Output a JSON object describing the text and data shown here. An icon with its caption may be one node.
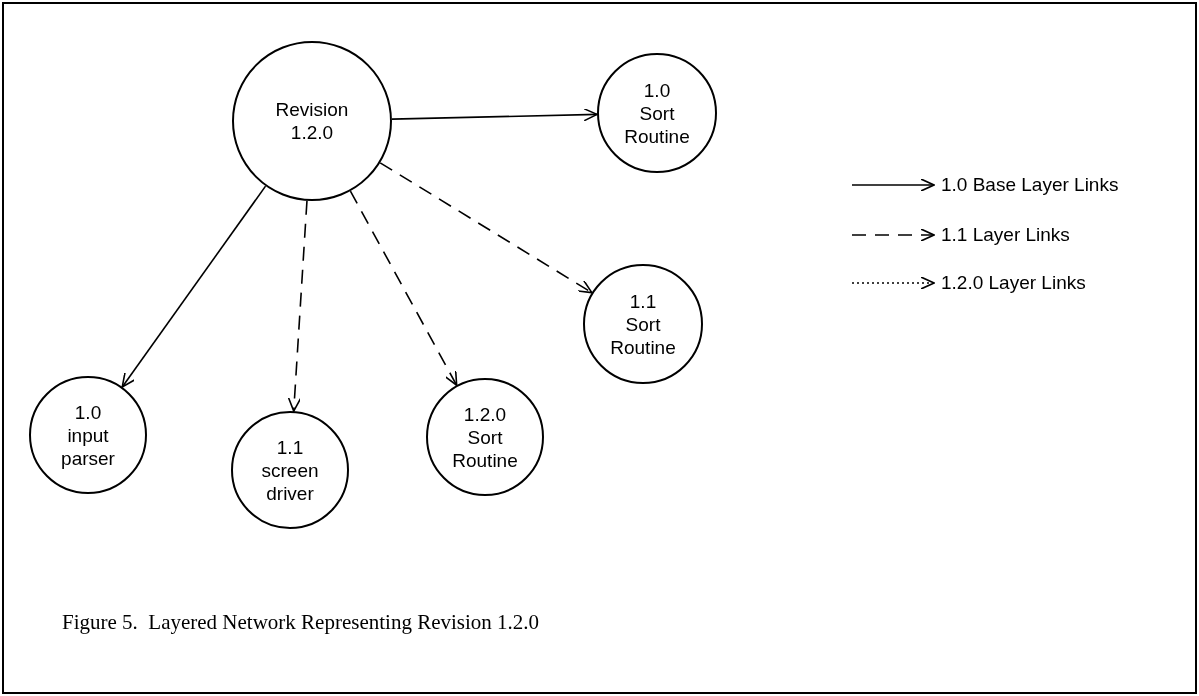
{
  "diagram": {
    "caption": "Figure 5.  Layered Network Representing Revision 1.2.0",
    "nodes": [
      {
        "text": [
          "Revision 1.2.0"
        ]
      },
      {
        "text": [
          "1.0 Sort Routine"
        ]
      },
      {
        "text": [
          "1.1 Sort Routine"
        ]
      },
      {
        "text": [
          "1.0 input parser"
        ]
      },
      {
        "text": [
          "1.1 screen driver"
        ]
      },
      {
        "text": [
          "1.2.0 Sort Routine"
        ]
      }
    ],
    "edges": [
      {
        "from": 0,
        "to": 1,
        "arrow": "to"
      },
      {
        "from": 0,
        "to": 2,
        "arrow": "to",
        "style": "dashed"
      },
      {
        "from": 0,
        "to": 5,
        "arrow": "to",
        "style": "dashed"
      },
      {
        "from": 0,
        "to": 4,
        "arrow": "to",
        "style": "dashed"
      },
      {
        "from": 0,
        "to": 3,
        "arrow": "to"
      }
    ],
    "legend": [
      {
        "text": "1.0 Base Layer Links"
      },
      {
        "text": "1.1 Layer Links"
      },
      {
        "text": "1.2.0 Layer Links"
      }
    ]
  }
}
